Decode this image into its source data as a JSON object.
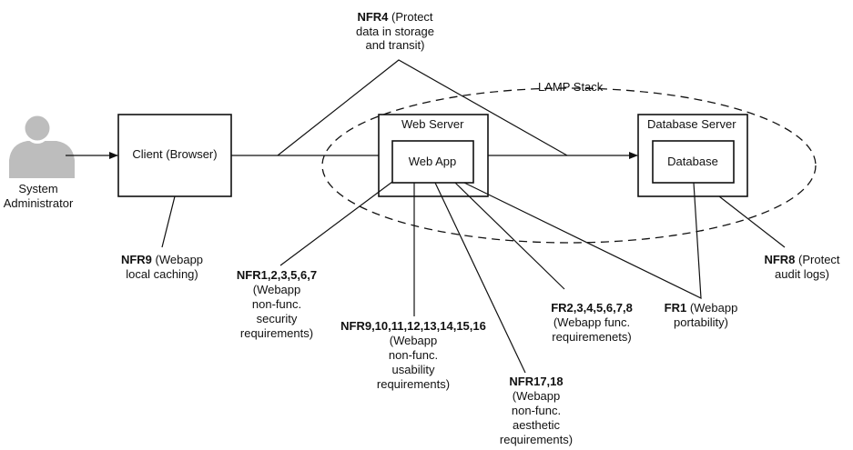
{
  "actor": {
    "label_line1": "System",
    "label_line2": "Administrator",
    "icon": "person-icon"
  },
  "nodes": {
    "client": "Client (Browser)",
    "web_server": "Web Server",
    "web_app": "Web App",
    "database_server": "Database Server",
    "database": "Database",
    "lamp_stack": "LAMP Stack"
  },
  "annotations": {
    "nfr4": {
      "bold": "NFR4",
      "rest": " (Protect",
      "line2": "data in storage",
      "line3": "and transit)"
    },
    "nfr9_cache": {
      "bold": "NFR9",
      "rest": " (Webapp",
      "line2": "local caching)"
    },
    "nfr_security": {
      "bold": "NFR1,2,3,5,6,7",
      "line2": "(Webapp",
      "line3": "non-func.",
      "line4": "security",
      "line5": "requirements)"
    },
    "nfr_usability": {
      "bold": "NFR9,10,11,12,13,14,15,16",
      "line2": "(Webapp",
      "line3": "non-func.",
      "line4": "usability",
      "line5": "requirements)"
    },
    "nfr_aesthetic": {
      "bold": "NFR17,18",
      "line2": "(Webapp",
      "line3": "non-func.",
      "line4": "aesthetic",
      "line5": "requirements)"
    },
    "fr_func": {
      "bold": "FR2,3,4,5,6,7,8",
      "line2": "(Webapp func.",
      "line3": "requiremenets)"
    },
    "fr1": {
      "bold": "FR1",
      "rest": " (Webapp",
      "line2": "portability)"
    },
    "nfr8": {
      "bold": "NFR8",
      "rest": " (Protect",
      "line2": "audit logs)"
    }
  },
  "colors": {
    "actor_fill": "#bdbdbd",
    "stroke": "#111111",
    "background": "#ffffff"
  }
}
